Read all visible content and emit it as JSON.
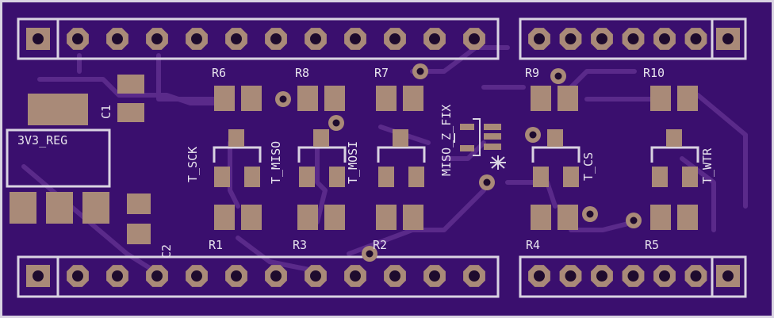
{
  "board": {
    "background": "#3a0f6e",
    "silkscreen_color": "#d9d3e2",
    "copper_color": "#a98a78"
  },
  "labels": {
    "r6": "R6",
    "r8": "R8",
    "r7": "R7",
    "r9": "R9",
    "r10": "R10",
    "r1": "R1",
    "r3": "R3",
    "r2": "R2",
    "r4": "R4",
    "r5": "R5",
    "c1": "C1",
    "c2": "C2",
    "reg": "3V3_REG",
    "t_sck": "T_SCK",
    "t_miso": "T_MISO",
    "t_mosi": "T_MOSI",
    "miso_fix": "MISO_Z_FIX",
    "t_cs": "T_CS",
    "t_wtr": "T_WTR"
  }
}
